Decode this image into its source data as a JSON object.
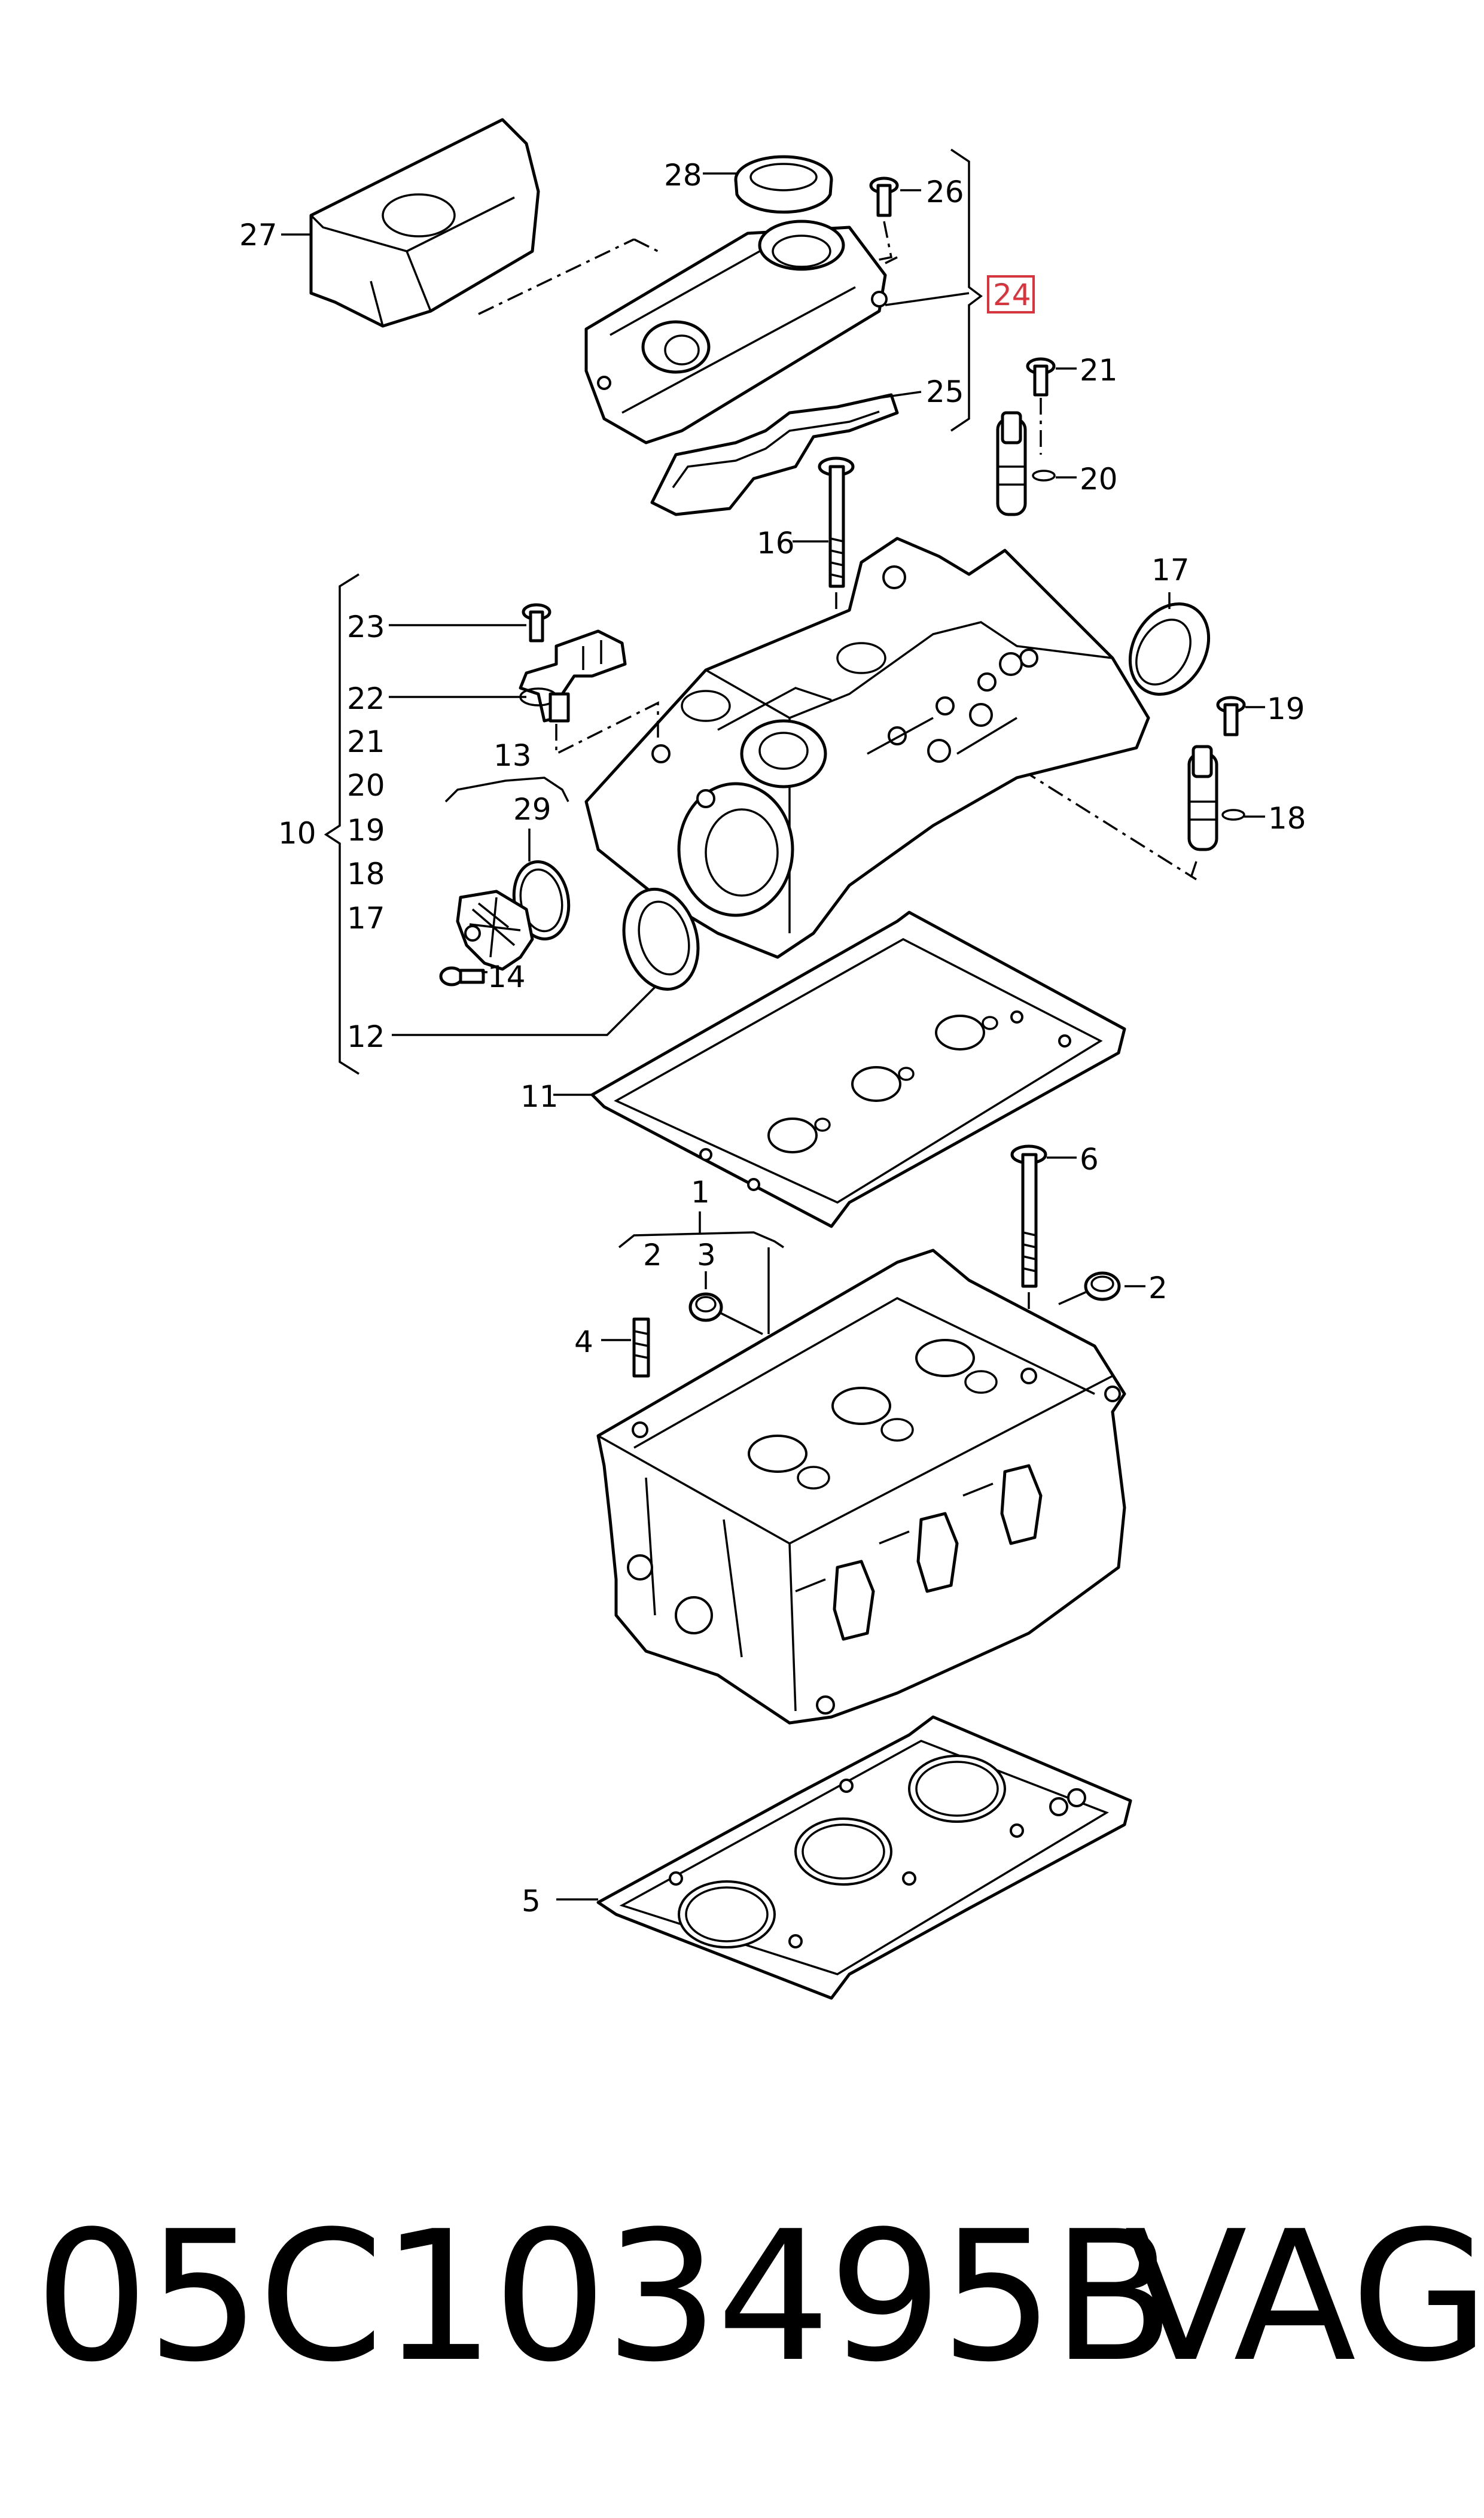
{
  "callouts": {
    "c1": "1",
    "c2a": "2",
    "c2b": "2",
    "c3": "3",
    "c4": "4",
    "c5": "5",
    "c6": "6",
    "c10": "10",
    "c11": "11",
    "c12": "12",
    "c13": "13",
    "c14": "14",
    "c16": "16",
    "c17a": "17",
    "c17b": "17",
    "c18a": "18",
    "c18b": "18",
    "c19a": "19",
    "c19b": "19",
    "c20a": "20",
    "c20b": "20",
    "c21a": "21",
    "c21b": "21",
    "c22": "22",
    "c23": "23",
    "c24": "24",
    "c25": "25",
    "c26": "26",
    "c27": "27",
    "c28": "28",
    "c29": "29"
  },
  "highlight_color": "#e0303a",
  "footer": {
    "part_number": "05C103495B",
    "brand": "VAG"
  }
}
